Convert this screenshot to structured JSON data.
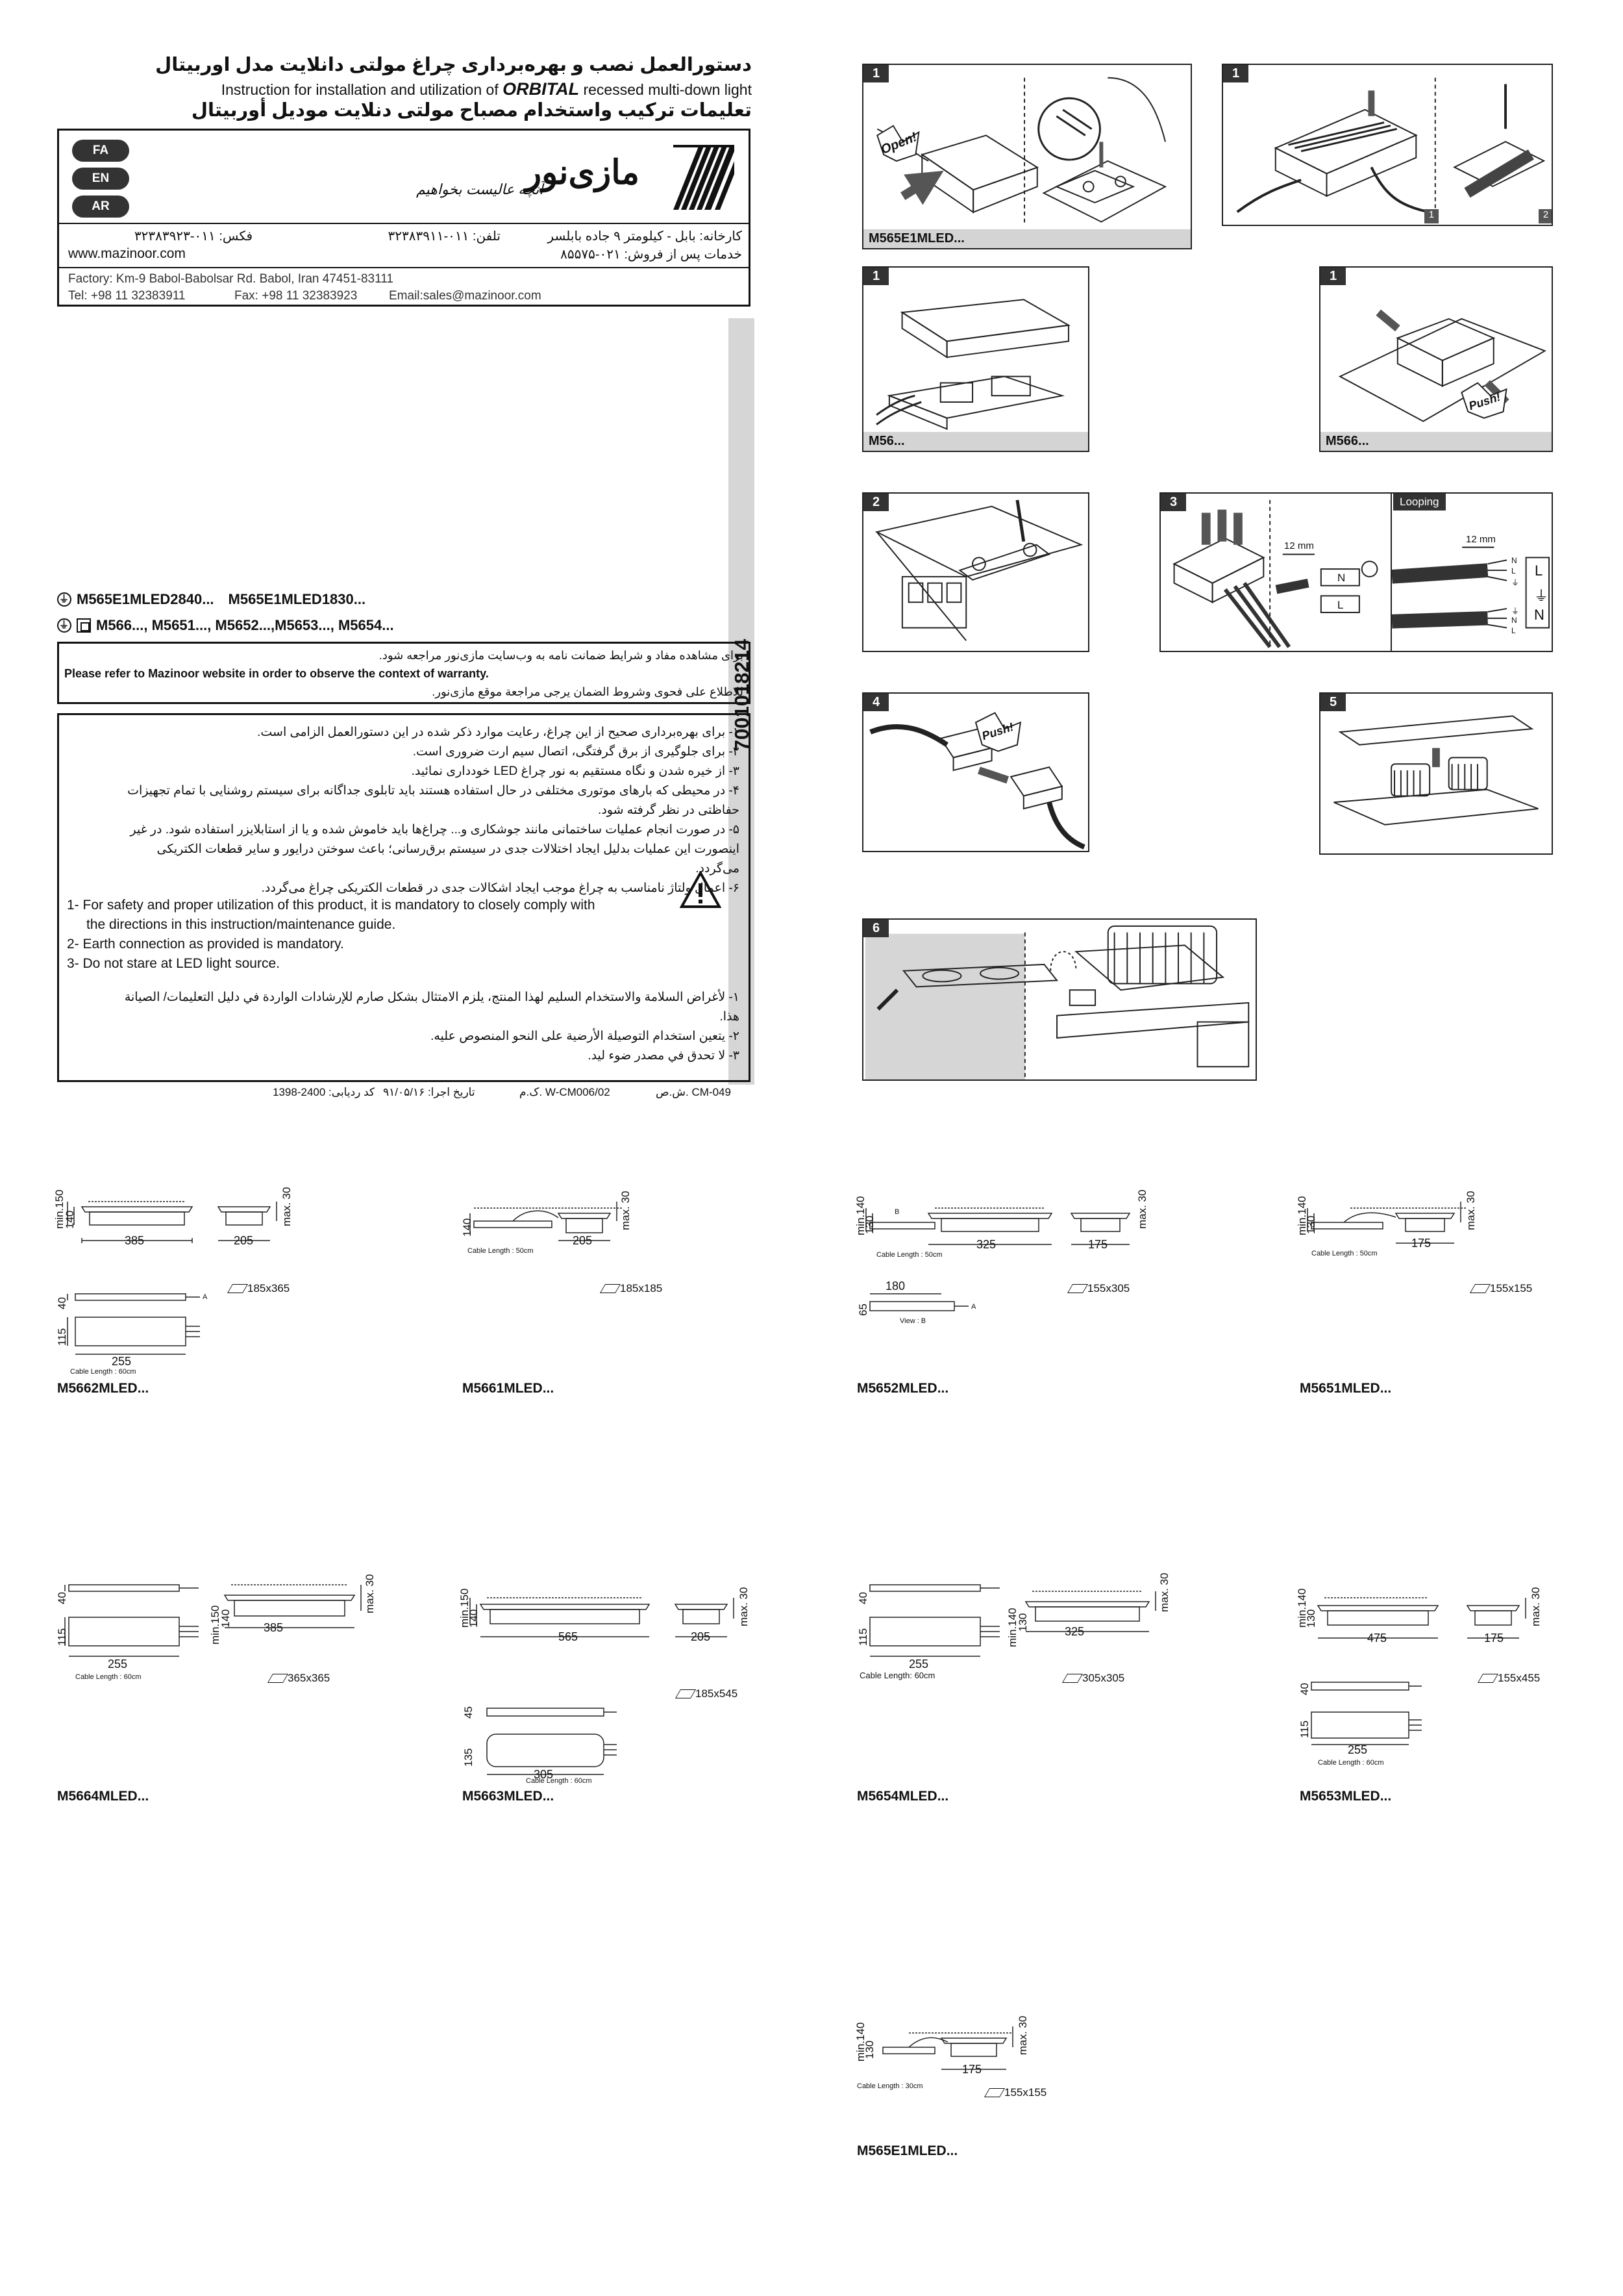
{
  "header": {
    "title_fa": "دستورالعمل نصب و بهره‌برداری چراغ مولتی دانلایت مدل اوربیتال",
    "title_en_prefix": "Instruction for installation and utilization of",
    "title_en_brand": "ORBITAL",
    "title_en_suffix": "recessed multi-down light",
    "title_ar": "تعليمات تركيب واستخدام مصباح مولتی دنلايت موديل أوربيتال"
  },
  "company": {
    "languages": [
      "FA",
      "EN",
      "AR"
    ],
    "logo_text": "مازی‌نور",
    "slogan": "آنچه عالیست بخواهیم",
    "fax_fa": "فکس: ۰۱۱-۳۲۳۸۳۹۲۳",
    "phone_fa": "تلفن: ۰۱۱-۳۲۳۸۳۹۱۱",
    "factory_fa": "کارخانه: بابل - کیلومتر ۹ جاده بابلسر",
    "service_fa": "خدمات پس از فروش: ۰۲۱-۸۵۵۷۵",
    "website": "www.mazinoor.com",
    "factory_en": "Factory: Km-9 Babol-Babolsar Rd. Babol, Iran 47451-83111",
    "tel_en": "Tel:   +98 11 32383911",
    "fax_en": "Fax: +98 11 32383923",
    "email_en": "Email:sales@mazinoor.com"
  },
  "serial_number": "7001018214",
  "models": {
    "line1_a": "M565E1MLED2840...",
    "line1_b": "M565E1MLED1830...",
    "line2": "M566..., M5651..., M5652...,M5653..., M5654..."
  },
  "warranty": {
    "fa": "برای مشاهده مفاد و شرایط ضمانت نامه به وب‌سایت مازی‌نور مراجعه شود.",
    "en": "Please refer to Mazinoor website in order to observe the context of warranty.",
    "ar": "للاطلاع على فحوى وشروط الضمان يرجى مراجعة موقع مازی‌نور."
  },
  "safety": {
    "fa": [
      "۱- برای بهره‌برداری صحیح از این چراغ، رعایت موارد ذکر شده در این دستورالعمل الزامی است.",
      "۲- برای جلوگیری از برق گرفتگی، اتصال سیم ارت ضروری است.",
      "۳- از خیره شدن و نگاه مستقیم به نور چراغ LED خودداری نمائید.",
      "۴- در محیطی که بارهای موتوری مختلفی در حال استفاده هستند باید تابلوی جداگانه برای سیستم روشنایی با تمام تجهیزات حفاظتی در نظر گرفته شود.",
      "۵- در صورت انجام عملیات ساختمانی مانند جوشکاری و... چراغ‌ها باید خاموش شده و یا از استابلایزر استفاده شود. در غیر اینصورت این عملیات بدلیل ایجاد اختلالات جدی در سیستم برق‌رسانی؛ باعث سوختن درایور و سایر قطعات الکتریکی می‌گردد.",
      "۶- اعمال ولتاژ نامناسب به چراغ موجب ایجاد اشکالات جدی در قطعات الکتریکی چراغ می‌گردد."
    ],
    "en": [
      "1- For safety and proper utilization of this product, it is mandatory to closely comply with",
      "the directions in this instruction/maintenance guide.",
      "2- Earth connection as provided is mandatory.",
      "3- Do not stare at LED light source."
    ],
    "ar": [
      "۱- لأغراض السلامة والاستخدام السليم لهذا المنتج، يلزم الامتثال بشكل صارم للإرشادات الواردة في دليل التعليمات/ الصيانة هذا.",
      "۲- يتعين استخدام التوصيلة الأرضية على النحو المنصوص عليه.",
      "۳- لا تحدق في مصدر ضوء ليد."
    ]
  },
  "footer_codes": {
    "doc_code": "ش.ص. CM-049",
    "km_code": "ک.م. W-CM006/02",
    "exec_date": "تاریخ اجرا: ۹۱/۰۵/۱۶",
    "tracking_code": "کد ردیابی: 2400-1398"
  },
  "steps": [
    {
      "tag": "1",
      "caption": "M565E1MLED...",
      "callout": "Open!"
    },
    {
      "tag": "1",
      "caption": "",
      "sub_tags": [
        "1",
        "2"
      ]
    },
    {
      "tag": "1",
      "caption": "M56..."
    },
    {
      "tag": "1",
      "caption": "M566...",
      "callout": "Push!"
    },
    {
      "tag": "2",
      "caption": ""
    },
    {
      "tag": "3",
      "caption": "",
      "dim": "12 mm",
      "terminals": [
        "N",
        "L"
      ]
    },
    {
      "tag": "",
      "loop_label": "Looping",
      "dim": "12 mm",
      "terminals": [
        "N",
        "L",
        "⏚",
        "⏚",
        "N",
        "L"
      ],
      "legend": [
        "L",
        "⏚",
        "N"
      ]
    },
    {
      "tag": "4",
      "caption": "",
      "callout": "Push!"
    },
    {
      "tag": "5",
      "caption": ""
    },
    {
      "tag": "6",
      "caption": ""
    }
  ],
  "dimension_drawings": [
    {
      "model": "M5662MLED...",
      "labels": [
        "min.150",
        "140",
        "385",
        "205",
        "max. 30",
        "40",
        "115",
        "255"
      ],
      "cable": "Cable Length : 60cm",
      "cutout": "185x365",
      "arrow": "A"
    },
    {
      "model": "M5661MLED...",
      "labels": [
        "140",
        "205",
        "max. 30"
      ],
      "cable": "Cable Length : 50cm",
      "cutout": "185x185"
    },
    {
      "model": "M5652MLED...",
      "labels": [
        "min.140",
        "130",
        "325",
        "175",
        "max. 30",
        "180",
        "65"
      ],
      "cable": "Cable Length : 50cm",
      "view": "View : B",
      "cutout": "155x305",
      "arrow": "A",
      "arrow_b": "B"
    },
    {
      "model": "M5651MLED...",
      "labels": [
        "min.140",
        "130",
        "175",
        "max. 30"
      ],
      "cable": "Cable Length : 50cm",
      "cutout": "155x155"
    },
    {
      "model": "M5664MLED...",
      "labels": [
        "40",
        "115",
        "255",
        "min.150",
        "140",
        "385",
        "max. 30"
      ],
      "cable": "Cable Length : 60cm",
      "cutout": "365x365"
    },
    {
      "model": "M5663MLED...",
      "labels": [
        "min.150",
        "140",
        "565",
        "205",
        "max. 30",
        "45",
        "135",
        "305"
      ],
      "cable": "Cable Length : 60cm",
      "cutout": "185x545"
    },
    {
      "model": "M5654MLED...",
      "labels": [
        "40",
        "115",
        "255",
        "min.140",
        "130",
        "325",
        "max. 30"
      ],
      "cable": "Cable Length: 60cm",
      "cutout": "305x305"
    },
    {
      "model": "M5653MLED...",
      "labels": [
        "min.140",
        "130",
        "475",
        "175",
        "max. 30",
        "40",
        "115",
        "255"
      ],
      "cable": "Cable Length : 60cm",
      "cutout": "155x455"
    },
    {
      "model": "M565E1MLED...",
      "labels": [
        "min.140",
        "130",
        "175",
        "max. 30"
      ],
      "cable": "Cable Length : 30cm",
      "cutout": "155x155"
    }
  ]
}
